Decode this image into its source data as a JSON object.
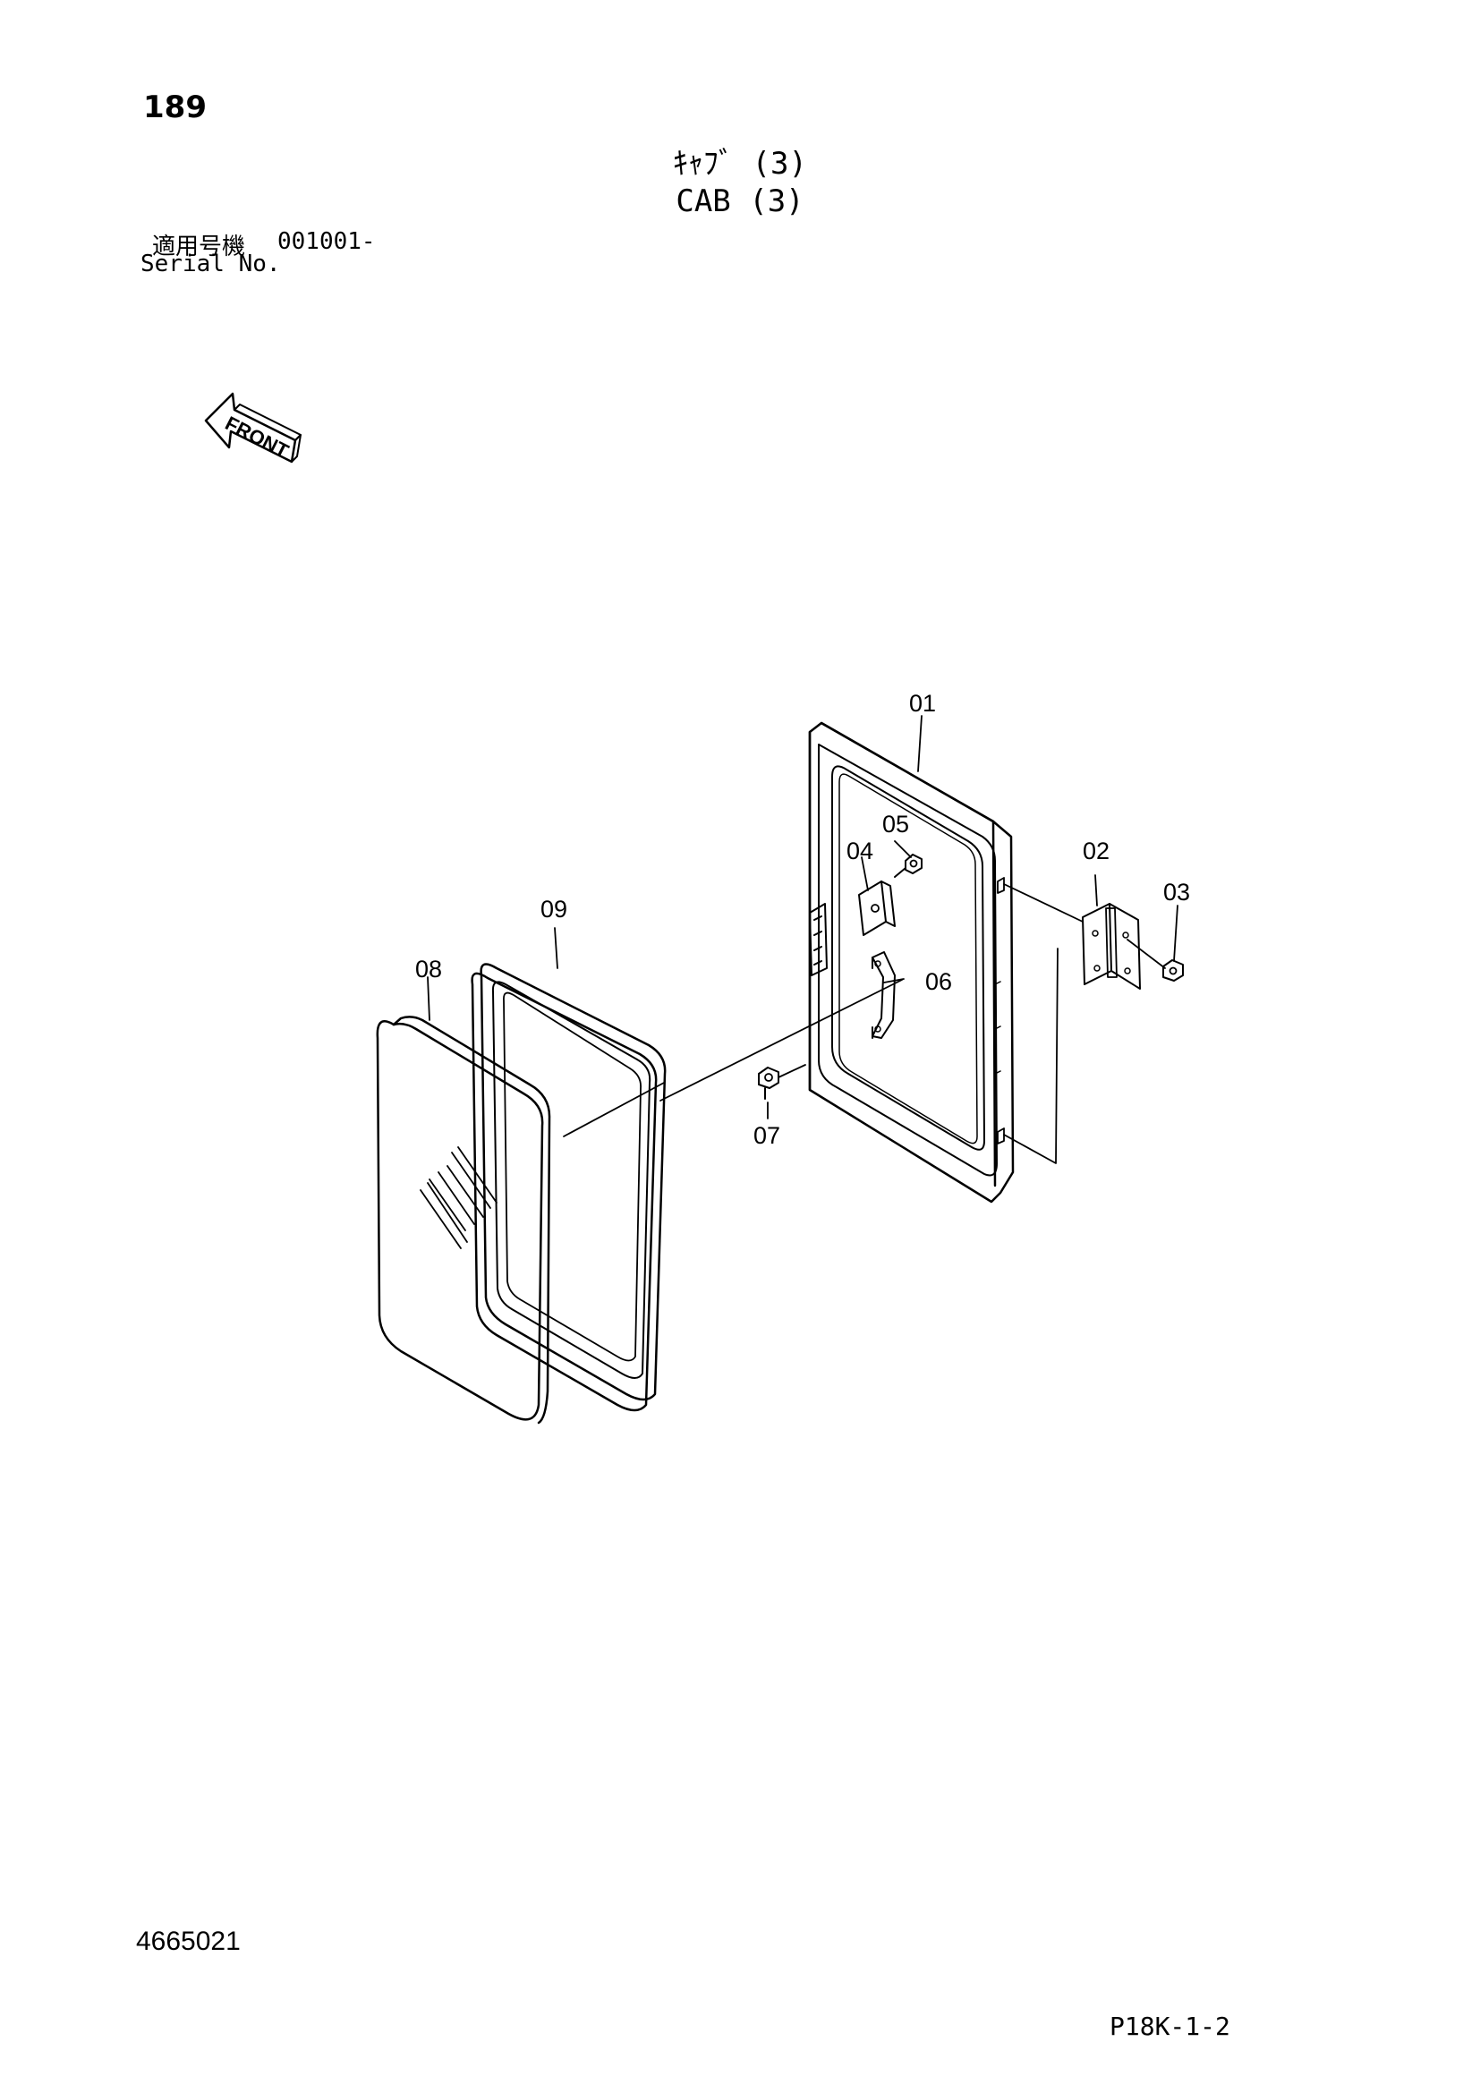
{
  "header": {
    "page_number": "189",
    "title_jp": "ｷｬﾌﾞ (3)",
    "title_en": "CAB (3)",
    "serial_label_jp": "適用号機",
    "serial_value": "001001-",
    "serial_label_en": "Serial No."
  },
  "front_indicator": {
    "label": "FRONT"
  },
  "callouts": {
    "c01": "01",
    "c02": "02",
    "c03": "03",
    "c04": "04",
    "c05": "05",
    "c06": "06",
    "c07": "07",
    "c08": "08",
    "c09": "09"
  },
  "footer": {
    "doc_number": "4665021",
    "page_code": "P18K-1-2"
  }
}
